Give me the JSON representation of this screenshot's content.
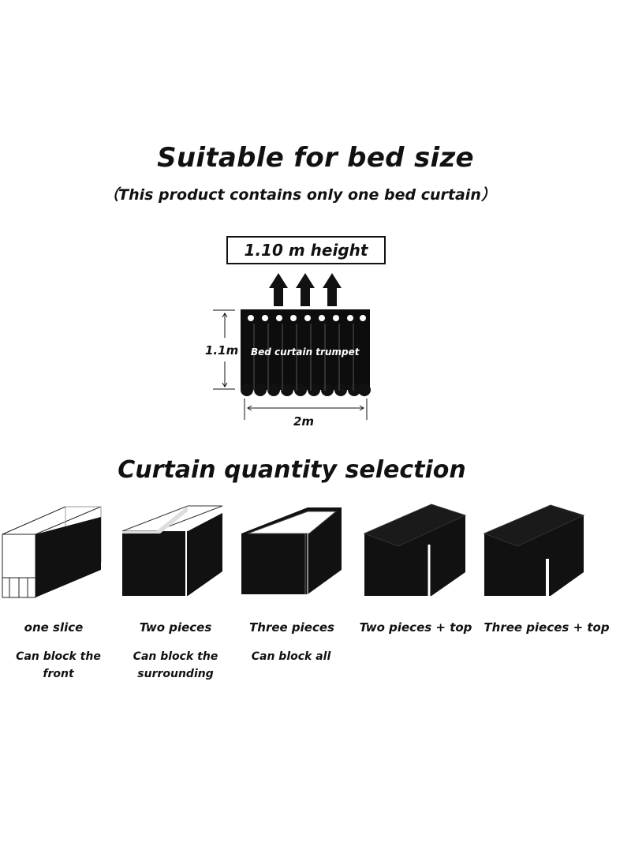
{
  "header": {
    "title": "Suitable for bed size",
    "subtitle": "（This product contains only one bed curtain）"
  },
  "size_diagram": {
    "height_label": "1.10 m height",
    "side_dimension": "1.1m",
    "curtain_label": "Bed curtain trumpet",
    "width_dimension": "2m",
    "icons": [
      "arrow-up-icon",
      "arrow-up-icon",
      "arrow-up-icon"
    ]
  },
  "selection": {
    "title": "Curtain quantity selection",
    "options": [
      {
        "label": "one slice",
        "description_lines": [
          "Can block the front"
        ]
      },
      {
        "label": "Two pieces",
        "description_lines": [
          "Can block the",
          "surrounding"
        ]
      },
      {
        "label": "Three pieces",
        "description_lines": [
          "Can block all"
        ]
      },
      {
        "label": "Two pieces + top",
        "description_lines": []
      },
      {
        "label": "Three pieces + top",
        "description_lines": []
      }
    ]
  },
  "colors": {
    "ink": "#111111",
    "background": "#ffffff"
  }
}
